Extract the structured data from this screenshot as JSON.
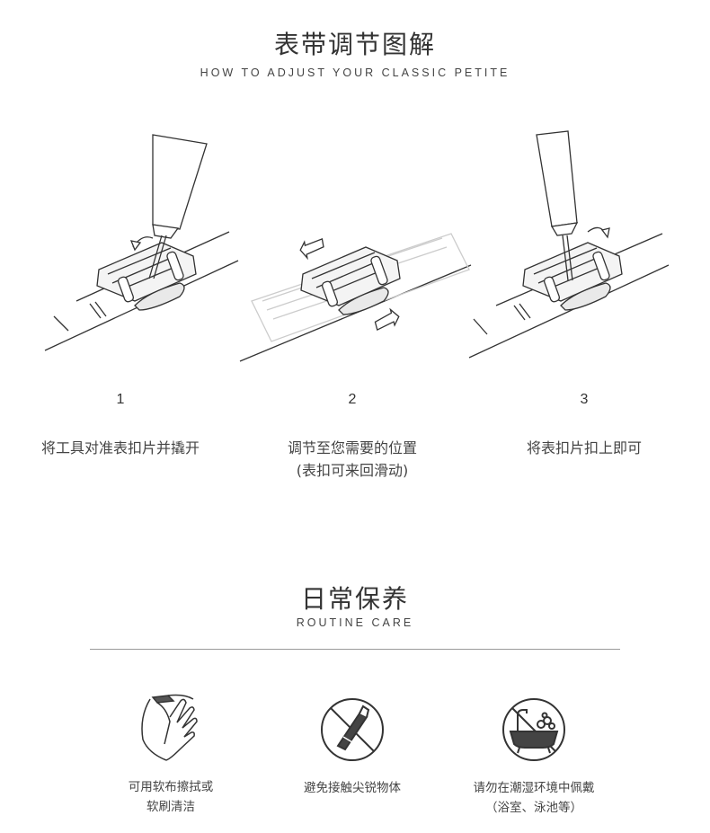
{
  "adjust": {
    "title_cn": "表带调节图解",
    "title_en": "HOW TO ADJUST YOUR CLASSIC PETITE",
    "steps": [
      {
        "number": "1",
        "lines": [
          "将工具对准表扣片并撬开"
        ]
      },
      {
        "number": "2",
        "lines": [
          "调节至您需要的位置",
          "(表扣可来回滑动)"
        ]
      },
      {
        "number": "3",
        "lines": [
          "将表扣片扣上即可"
        ]
      }
    ]
  },
  "care": {
    "title_cn": "日常保养",
    "title_en": "ROUTINE CARE",
    "items": [
      {
        "icon": "hand-cloth-icon",
        "lines": [
          "可用软布擦拭或",
          "软刷清洁"
        ]
      },
      {
        "icon": "no-sharp-objects-icon",
        "lines": [
          "避免接触尖锐物体"
        ]
      },
      {
        "icon": "no-bath-icon",
        "lines": [
          "请勿在潮湿环境中佩戴",
          "（浴室、泳池等）"
        ]
      }
    ]
  }
}
